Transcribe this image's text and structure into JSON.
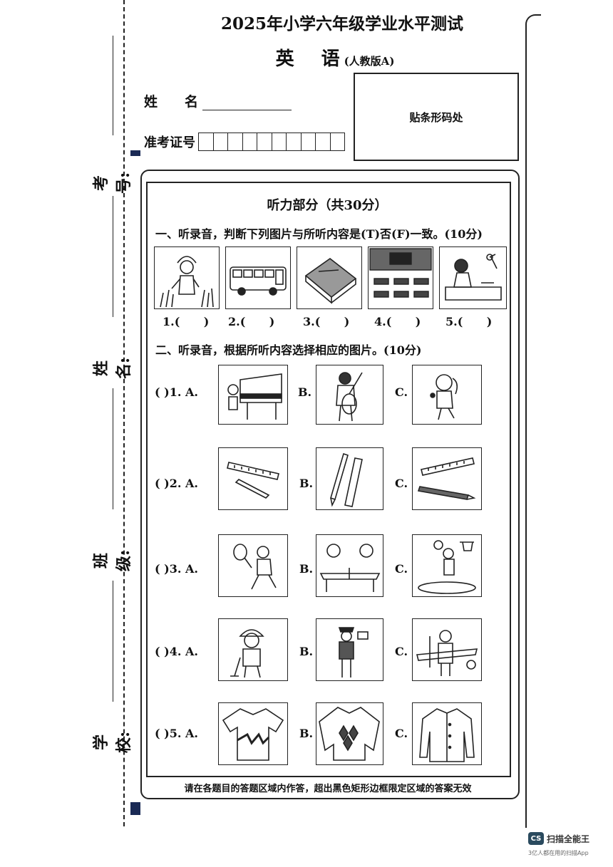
{
  "header": {
    "title": "2025年小学六年级学业水平测试",
    "subject": "英　语",
    "edition": "(人教版A)",
    "name_label": "姓　　名",
    "exam_id_label": "准考证号",
    "barcode_label": "贴条形码处"
  },
  "binding": {
    "exam_no": "考号:",
    "name": "姓名:",
    "class": "班级:",
    "school": "学校:"
  },
  "listening": {
    "title": "听力部分（共30分）",
    "part1": {
      "heading": "一、听录音，判断下列图片与所听内容是(T)否(F)一致。(10分)",
      "blanks": [
        "1.(      )",
        "2.(      )",
        "3.(      )",
        "4.(      )",
        "5.(      )"
      ],
      "pictures": [
        "woman-in-grass-picture",
        "bus-picture",
        "book-picture",
        "classroom-picture",
        "girl-writing-picture"
      ]
    },
    "part2": {
      "heading": "二、听录音，根据所听内容选择相应的图片。(10分)",
      "questions": [
        {
          "label": "(      )1. A.",
          "b": "B.",
          "c": "C."
        },
        {
          "label": "(      )2. A.",
          "b": "B.",
          "c": "C."
        },
        {
          "label": "(      )3. A.",
          "b": "B.",
          "c": "C."
        },
        {
          "label": "(      )4. A.",
          "b": "B.",
          "c": "C."
        },
        {
          "label": "(      )5. A.",
          "b": "B.",
          "c": "C."
        }
      ]
    }
  },
  "footer_note": "请在各题目的答题区域内作答，超出黑色矩形边框限定区域的答案无效",
  "watermark": {
    "logo": "CS",
    "name": "扫描全能王",
    "slogan": "3亿人都在用的扫描App"
  },
  "colors": {
    "ink": "#111111",
    "marker": "#1a2a55",
    "logo": "#2a4a5e"
  }
}
